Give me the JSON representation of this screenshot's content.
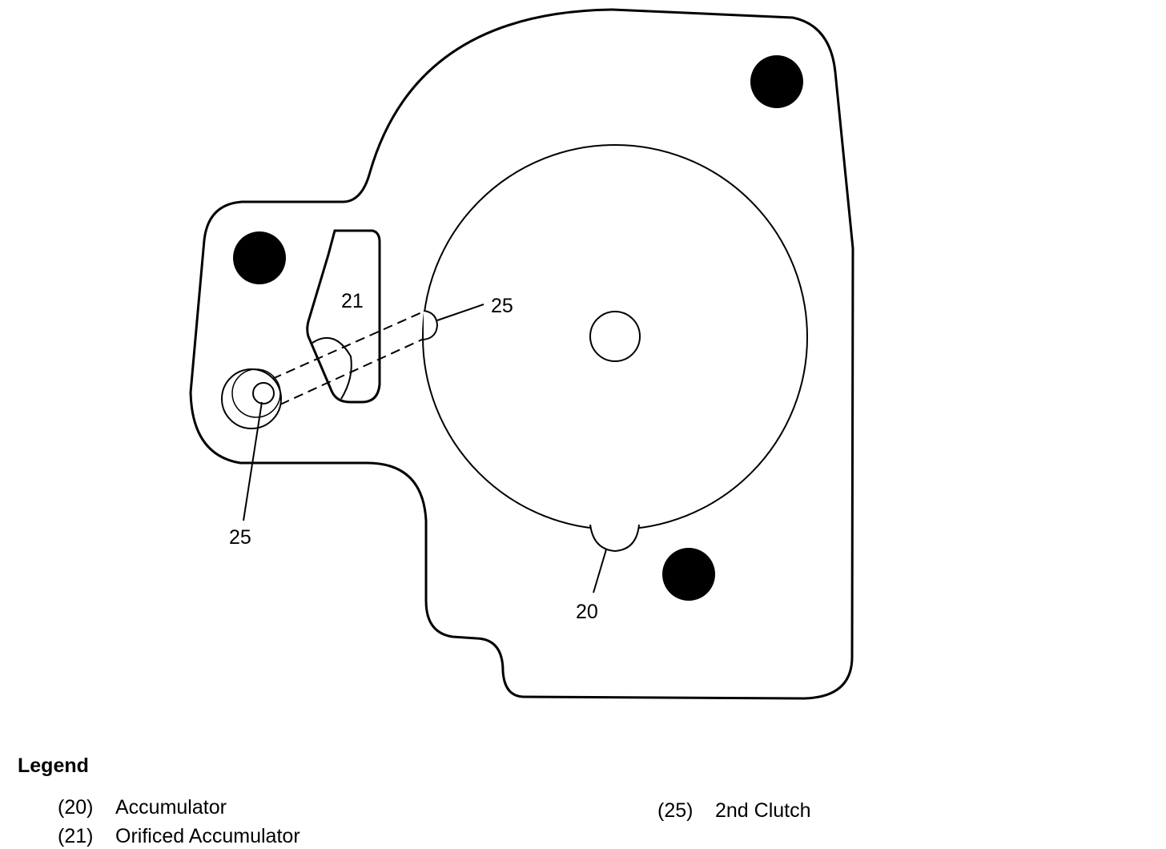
{
  "callouts": {
    "c20": "20",
    "c21": "21",
    "c25_right": "25",
    "c25_left": "25"
  },
  "legend": {
    "title": "Legend",
    "items": [
      {
        "number": "(20)",
        "label": "Accumulator"
      },
      {
        "number": "(21)",
        "label": "Orificed Accumulator"
      },
      {
        "number": "(25)",
        "label": "2nd Clutch"
      }
    ]
  },
  "colors": {
    "line": "#000000",
    "background": "#ffffff"
  }
}
